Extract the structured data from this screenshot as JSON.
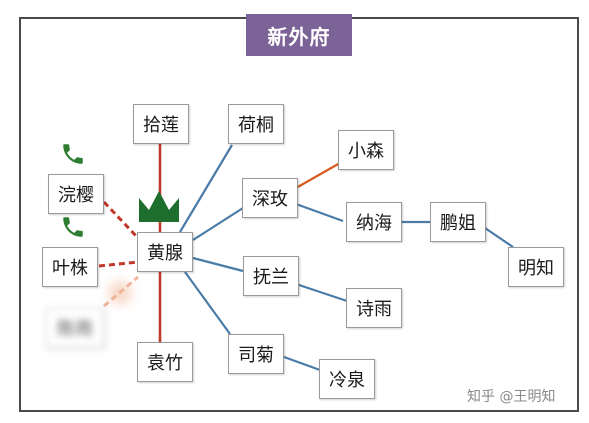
{
  "title": "新外府",
  "colors": {
    "title_bg": "#7b6397",
    "blue_link": "#4a7ba7",
    "red_link": "#c0392b",
    "orange_link": "#d85a1e",
    "crown": "#1e6e2e",
    "phone": "#2e7d32"
  },
  "nodes": {
    "shilian": "拾莲",
    "hetong": "荷桐",
    "xiaosen": "小森",
    "huanying": "浣樱",
    "shenmei": "深玫",
    "nahai": "纳海",
    "pengjie": "鹏姐",
    "mingzhi": "明知",
    "yezhu": "叶株",
    "huangzhuan": "黄腺",
    "fulan": "抚兰",
    "shiyu": "诗雨",
    "blurred": "陈雨",
    "yuanzhu": "袁竹",
    "siju": "司菊",
    "lengquan": "冷泉"
  },
  "icons": {
    "crown": "crown-icon",
    "phone": "phone-icon"
  },
  "watermark": "知乎 @王明知"
}
